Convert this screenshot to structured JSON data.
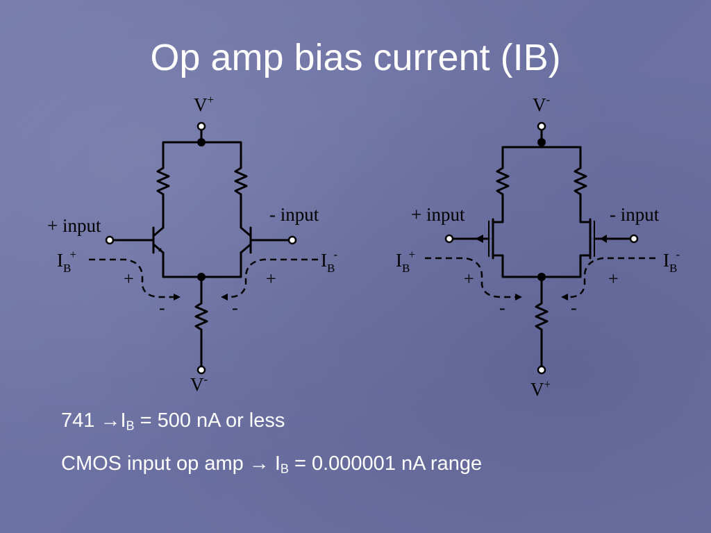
{
  "slide": {
    "title": "Op amp bias current (IB)"
  },
  "bjt_circuit": {
    "top_supply": {
      "base": "V",
      "sup": "+"
    },
    "bottom_supply": {
      "base": "V",
      "sup": "-"
    },
    "plus_input": "+ input",
    "minus_input": "- input",
    "ib_plus": {
      "base": "I",
      "sub": "B",
      "sup": "+"
    },
    "ib_minus": {
      "base": "I",
      "sub": "B",
      "sup": "-"
    },
    "signs": {
      "left_plus": "+",
      "left_minus": "-",
      "right_plus": "+",
      "right_minus": "-"
    }
  },
  "cmos_circuit": {
    "top_supply": {
      "base": "V",
      "sup": "-"
    },
    "bottom_supply": {
      "base": "V",
      "sup": "+"
    },
    "plus_input": "+ input",
    "minus_input": "- input",
    "ib_plus": {
      "base": "I",
      "sub": "B",
      "sup": "+"
    },
    "ib_minus": {
      "base": "I",
      "sub": "B",
      "sup": "-"
    },
    "signs": {
      "left_plus": "+",
      "left_minus": "-",
      "right_plus": "+",
      "right_minus": "-"
    }
  },
  "notes": {
    "line1": {
      "prefix": "741 ",
      "arrow": "→",
      "i": "I",
      "sub": "B",
      "rest": " = 500 nA or less"
    },
    "line2": {
      "prefix": "CMOS input op amp ",
      "arrow": "→",
      "i": " I",
      "sub": "B",
      "rest": " = 0.000001 nA range"
    }
  }
}
